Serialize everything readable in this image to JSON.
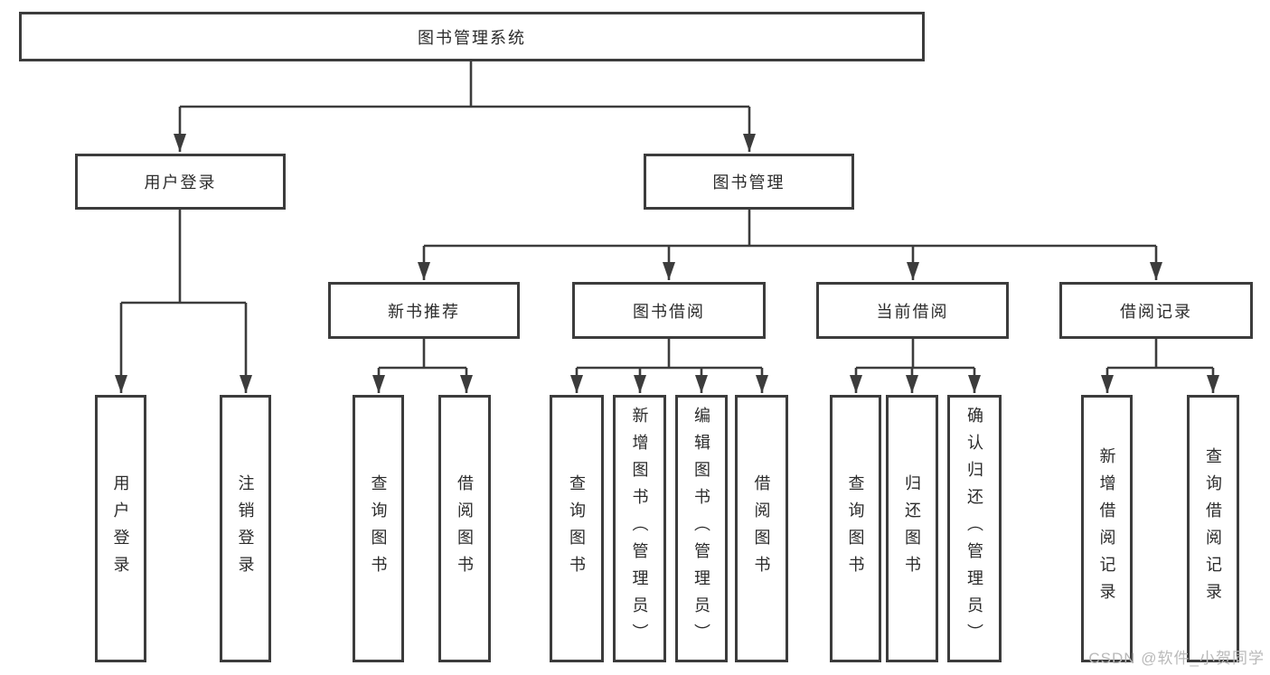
{
  "page": {
    "background_color": "#ffffff",
    "line_color": "#3c3c3c",
    "text_color": "#2b2b2b",
    "watermark_color": "#b9b9b9"
  },
  "tree": {
    "root": {
      "label": "图书管理系统"
    },
    "branches": [
      {
        "label": "用户登录",
        "children_labels": [
          "用户登录",
          "注销登录"
        ]
      },
      {
        "label": "图书管理",
        "children": [
          {
            "label": "新书推荐",
            "children_labels": [
              "查询图书",
              "借阅图书"
            ]
          },
          {
            "label": "图书借阅",
            "children_labels": [
              "查询图书",
              "新增图书（管理员）",
              "编辑图书（管理员）",
              "借阅图书"
            ]
          },
          {
            "label": "当前借阅",
            "children_labels": [
              "查询图书",
              "归还图书",
              "确认归还（管理员）"
            ]
          },
          {
            "label": "借阅记录",
            "children_labels": [
              "新增借阅记录",
              "查询借阅记录"
            ]
          }
        ]
      }
    ]
  },
  "watermark": {
    "text": "CSDN @软件_小贺同学"
  }
}
